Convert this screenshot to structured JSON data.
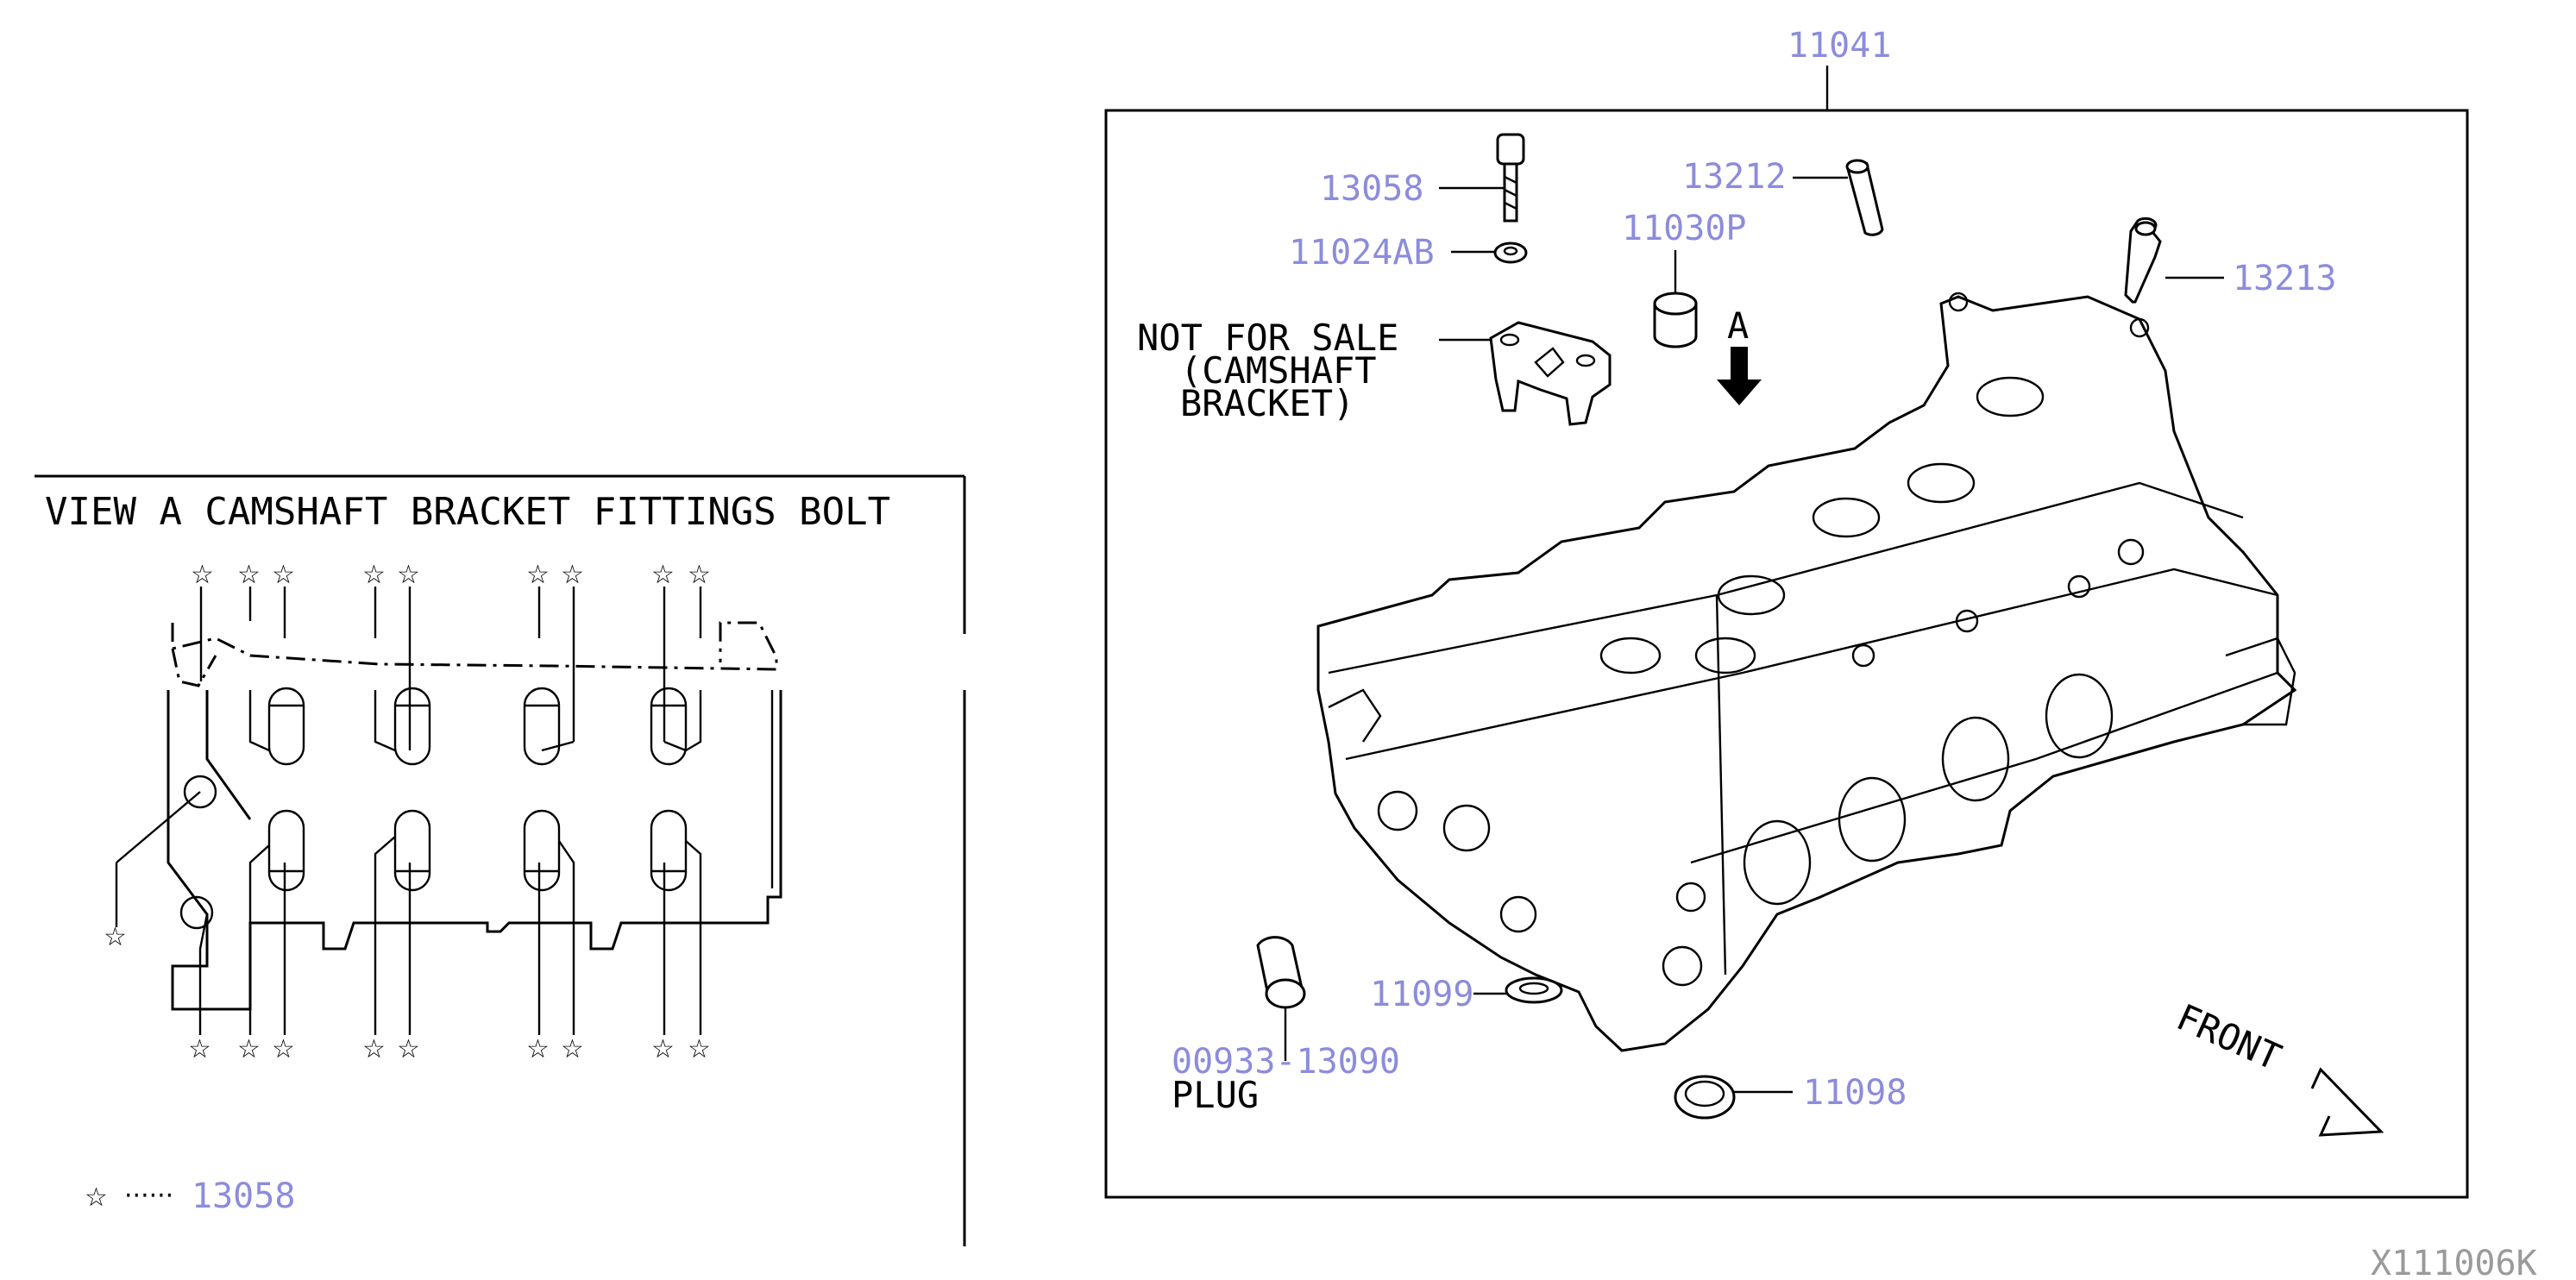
{
  "view_panel": {
    "title": "VIEW A  CAMSHAFT BRACKET FITTINGS BOLT",
    "star_symbol": "☆",
    "legend_dots": "······",
    "legend_part": "13058"
  },
  "main_panel": {
    "assembly_number": "11041",
    "view_marker": "A",
    "front_label": "FRONT",
    "not_for_sale": {
      "line1": "NOT FOR SALE",
      "line2": "(CAMSHAFT",
      "line3": "BRACKET)"
    },
    "plug_label": "PLUG",
    "parts": {
      "bolt": "13058",
      "washer": "11024AB",
      "dowel": "11030P",
      "guide_upper": "13212",
      "guide_right": "13213",
      "seal_left": "11099",
      "plug": "00933-13090",
      "seal_bottom": "11098"
    }
  },
  "figure_code": "X111006K",
  "colors": {
    "part_number": "#8c8cdc",
    "line_art": "#000000",
    "background": "#ffffff"
  }
}
